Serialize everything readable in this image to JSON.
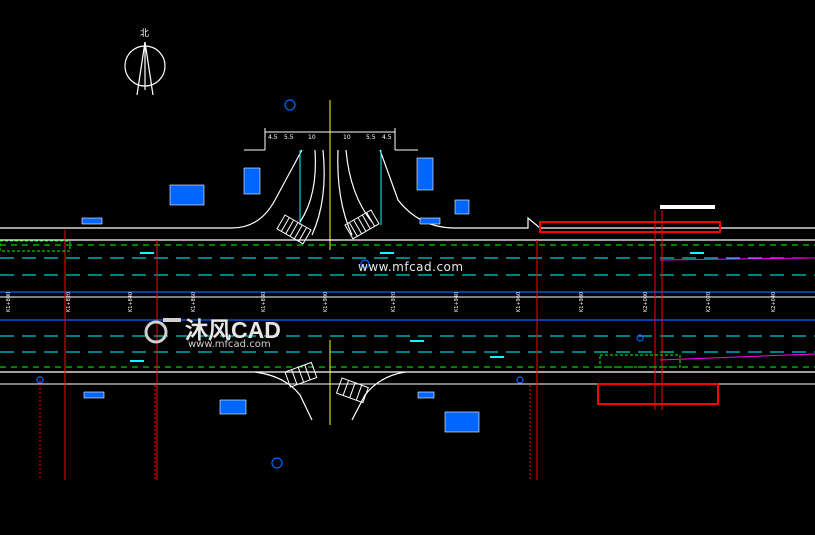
{
  "watermark": {
    "site": "www.mfcad.com",
    "brand": "沐风CAD",
    "brand_sub": "www.mfcad.com"
  },
  "north_arrow": {
    "label": "北",
    "icon": "north-arrow-icon"
  },
  "dimension_labels": [
    "4.5",
    "5.5",
    "10",
    "10",
    "5.5",
    "4.5"
  ],
  "colors": {
    "background": "#000000",
    "road_edge": "#ffffff",
    "lane_line": "#00ffff",
    "marking": "#0066ff",
    "dim_line": "#ff3333",
    "station_line": "#ff0000",
    "green": "#00ff00",
    "magenta": "#ff00ff",
    "yellow": "#ffff00"
  },
  "icons": [
    "north-arrow-icon",
    "traffic-sign-icon",
    "crosswalk-icon",
    "lane-arrow-icon",
    "bus-stop-icon"
  ]
}
